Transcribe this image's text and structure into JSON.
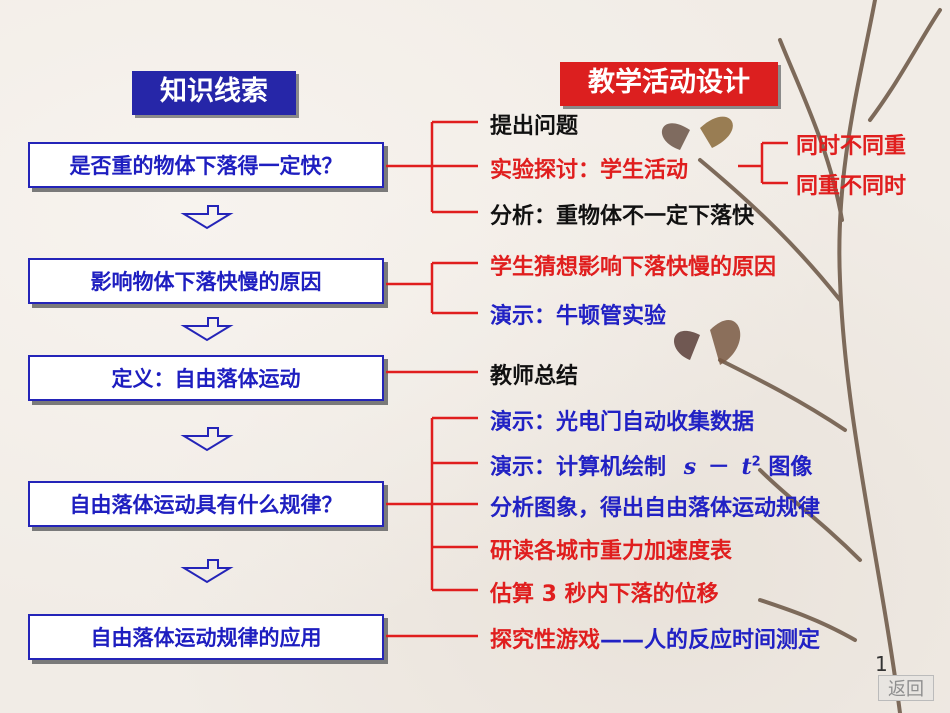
{
  "headings": {
    "left": "知识线索",
    "right": "教学活动设计"
  },
  "knowledge": [
    "是否重的物体下落得一定快？",
    "影响物体下落快慢的原因",
    "定义：自由落体运动",
    "自由落体运动具有什么规律？",
    "自由落体运动规律的应用"
  ],
  "activities": {
    "g1": [
      "提出问题",
      "实验探讨：学生活动",
      "分析：重物体不一定下落快"
    ],
    "g1_sub": [
      "同时不同重",
      "同重不同时"
    ],
    "g2": [
      "学生猜想影响下落快慢的原因",
      "演示：牛顿管实验"
    ],
    "g3": [
      "教师总结"
    ],
    "g4": [
      "演示：光电门自动收集数据",
      "演示：计算机绘制",
      "s",
      "－",
      "t",
      "2",
      "图像",
      "分析图象，得出自由落体运动规律",
      "研读各城市重力加速度表",
      "估算 3 秒内下落的位移"
    ],
    "g5": [
      "探究性游戏",
      "——人的反应时间测定"
    ]
  },
  "page_number": "1",
  "back_label": "返回",
  "colors": {
    "blue": "#2121c4",
    "red": "#e01e1e",
    "box_border": "#2424b8",
    "heading_left": "#2626a8",
    "heading_right": "#dc1f1f"
  }
}
